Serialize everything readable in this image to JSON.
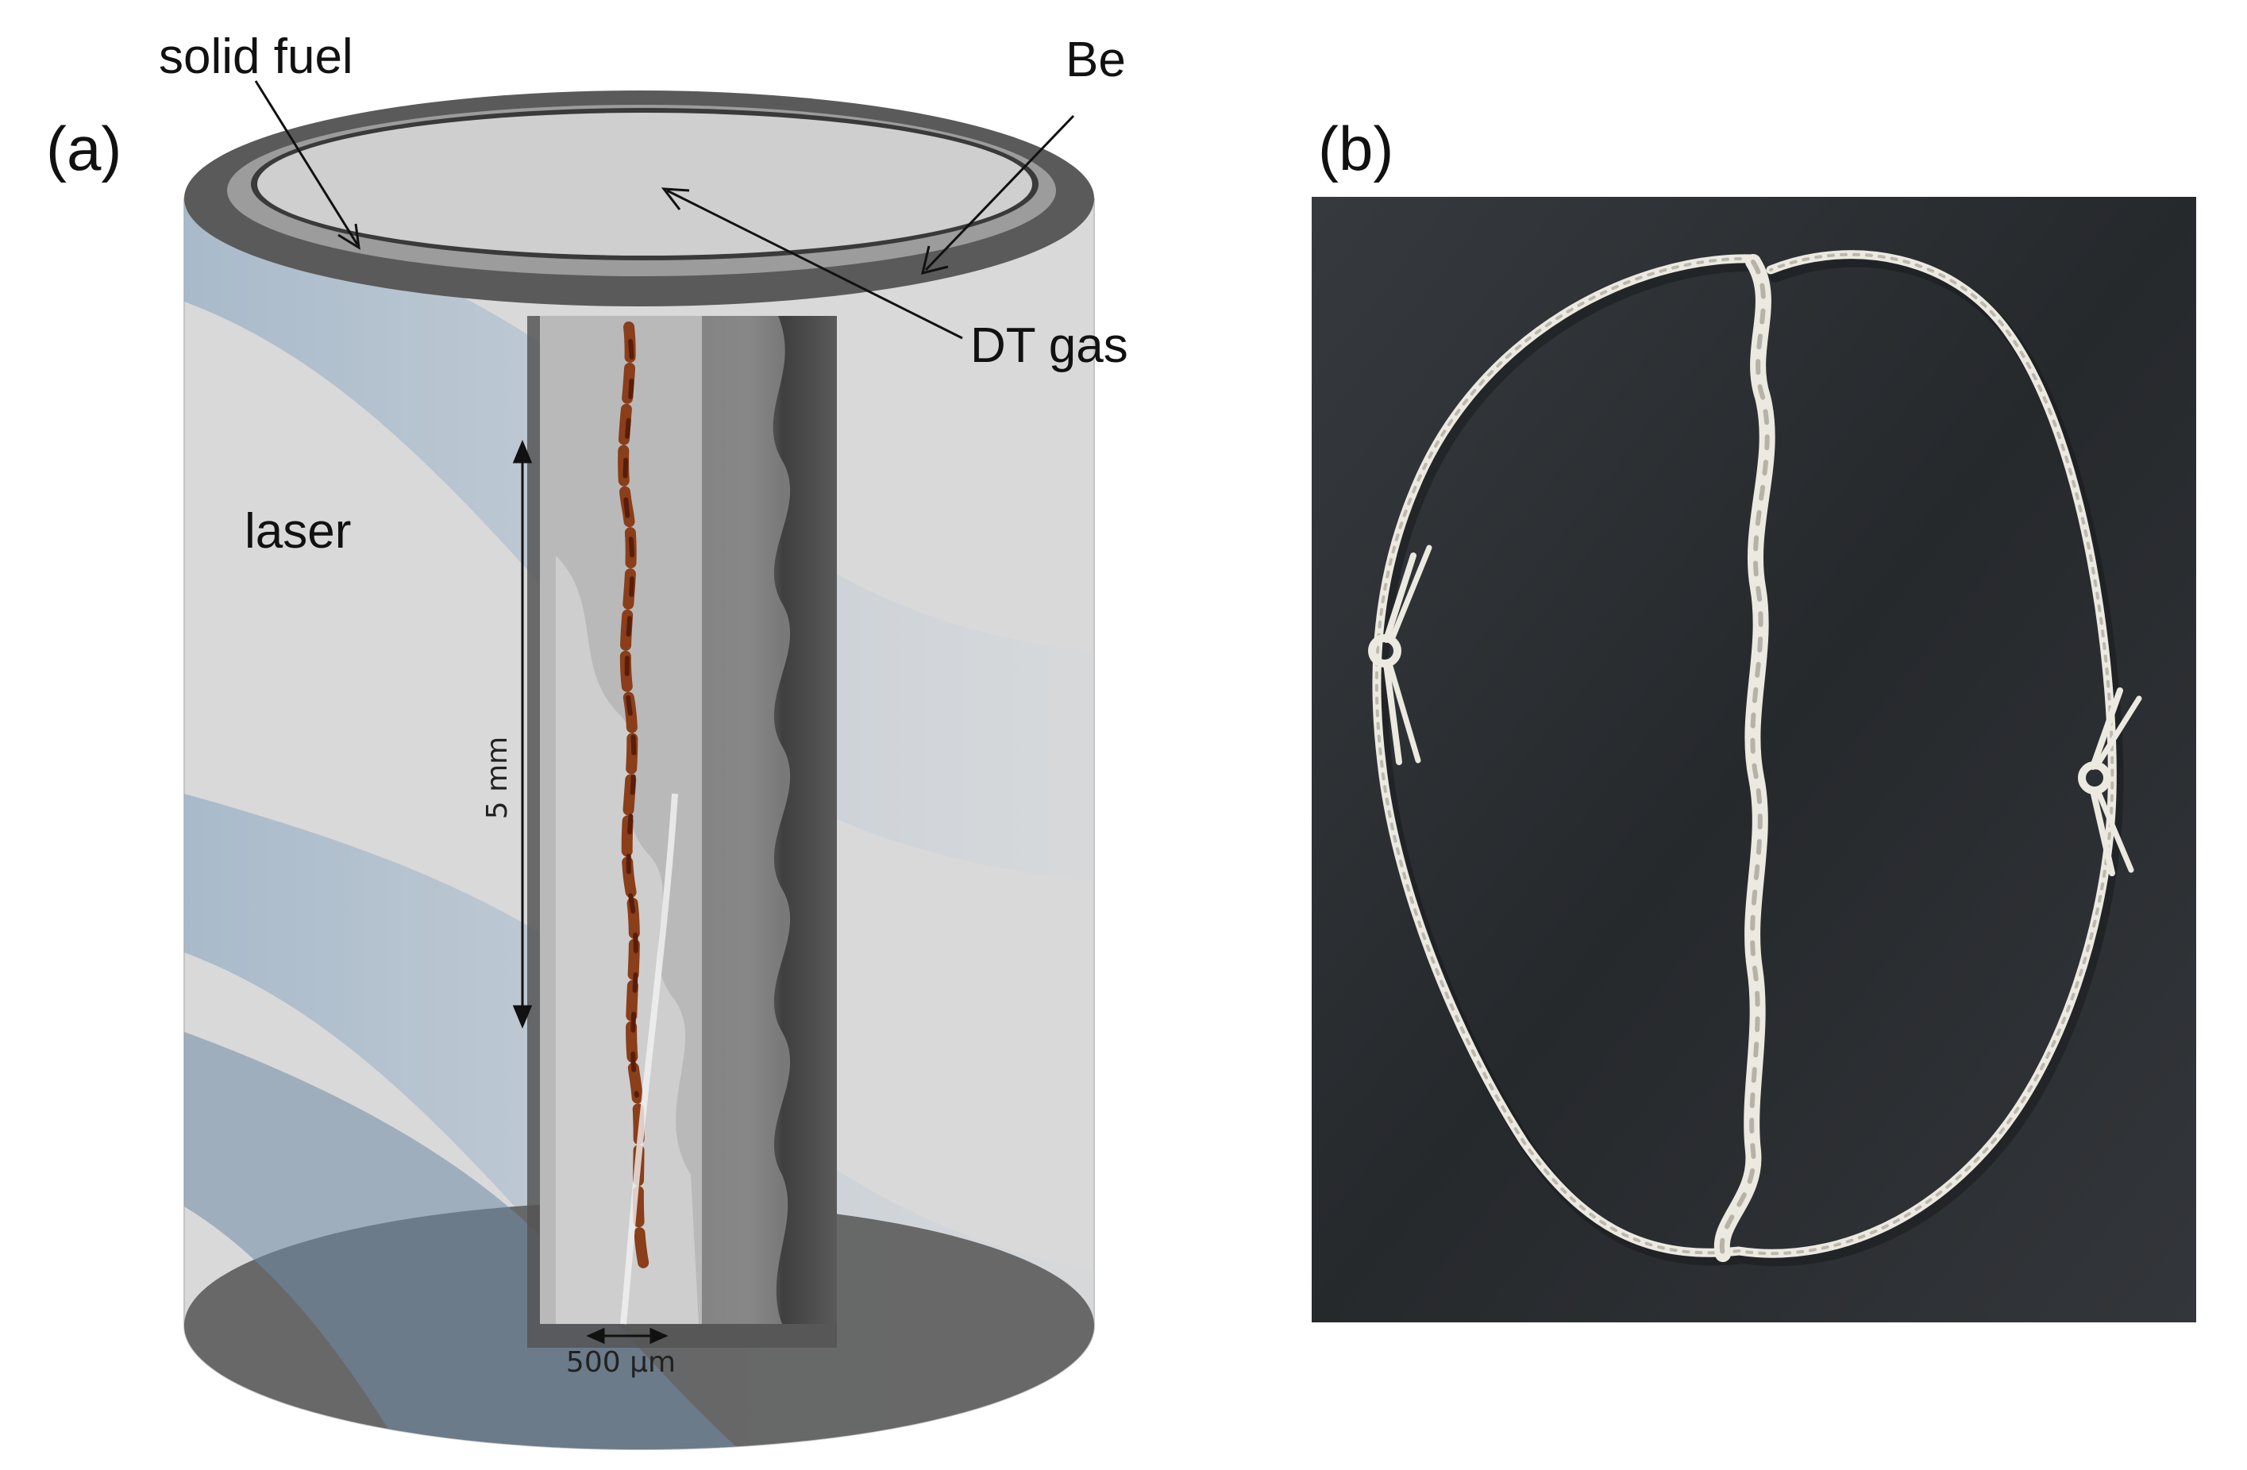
{
  "panel_a": {
    "tag": "(a)",
    "labels": {
      "solid_fuel": "solid fuel",
      "be": "Be",
      "dt_gas": "DT gas",
      "laser": "laser",
      "scale_vertical": "5 mm",
      "scale_horizontal": "500 μm"
    }
  },
  "panel_b": {
    "tag": "(b)"
  },
  "colors": {
    "cylinder_body": "#d8d8d8",
    "outer_ring": "#555555",
    "middle_ring": "#9a9a9a",
    "dt_gas_disk": "#cfcfcf",
    "bottom_disk": "#5c5c5c",
    "laser_band": "#9fb6cc",
    "photo_background": "#2b2e31",
    "string": "#ece9e0",
    "iron_streak": "#8a3e1a"
  }
}
